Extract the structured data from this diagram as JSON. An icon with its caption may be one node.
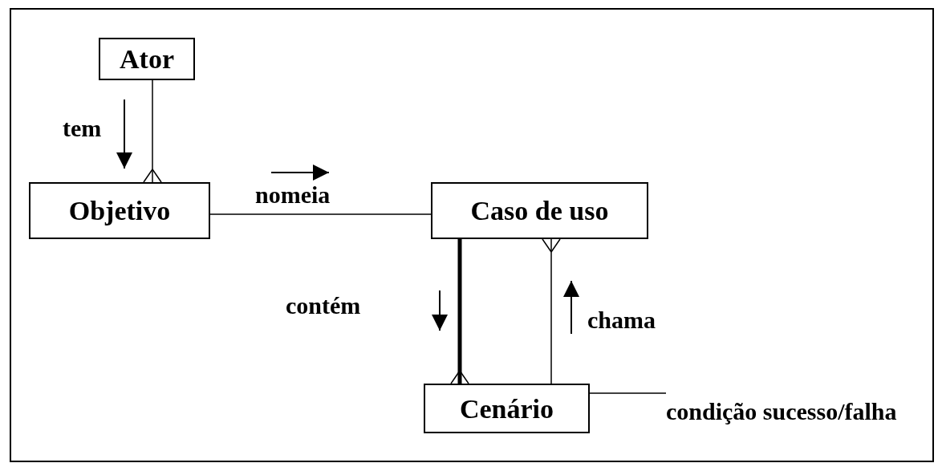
{
  "diagram": {
    "nodes": [
      {
        "text": [
          "Ator"
        ]
      },
      {
        "text": [
          "Objetivo"
        ]
      },
      {
        "text": [
          "Caso de uso"
        ]
      },
      {
        "text": [
          "Cenário"
        ]
      },
      {
        "text": [
          "condição sucesso/falha"
        ]
      }
    ],
    "edges": [
      {
        "from": 0,
        "to": 1,
        "arrow": "other",
        "label": "tem"
      },
      {
        "from": 1,
        "to": 2,
        "arrow": "none",
        "label": "nomeia"
      },
      {
        "from": 2,
        "to": 3,
        "arrow": "other",
        "label": "contém",
        "style": "thick"
      },
      {
        "from": 3,
        "to": 2,
        "arrow": "other",
        "label": "chama"
      },
      {
        "from": 3,
        "to": 4,
        "arrow": "none"
      }
    ]
  }
}
